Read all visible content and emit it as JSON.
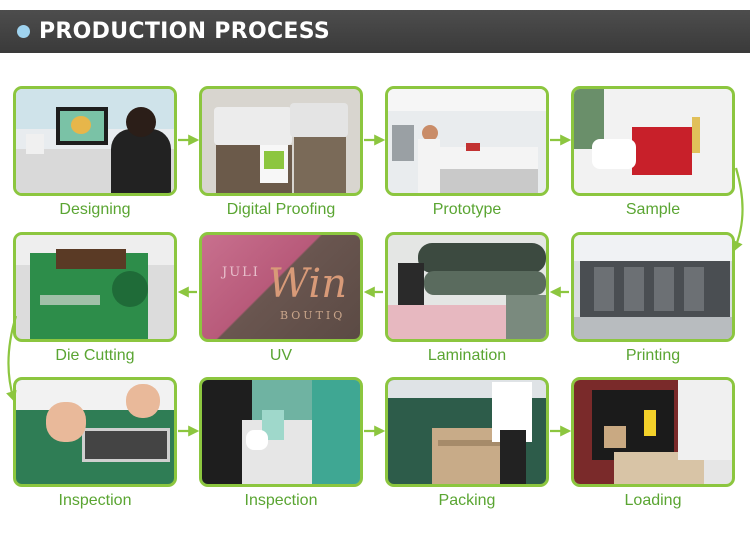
{
  "header": {
    "title": "PRODUCTION PROCESS"
  },
  "colors": {
    "accent_green": "#8cc63f",
    "label_green": "#5aa532",
    "header_bg": "#444444",
    "dot_blue": "#9fd3ef"
  },
  "steps": [
    {
      "label": "Designing"
    },
    {
      "label": "Digital Proofing"
    },
    {
      "label": "Prototype"
    },
    {
      "label": "Sample"
    },
    {
      "label": "Die Cutting"
    },
    {
      "label": "UV"
    },
    {
      "label": "Lamination"
    },
    {
      "label": "Printing"
    },
    {
      "label": "Inspection"
    },
    {
      "label": "Inspection"
    },
    {
      "label": "Packing"
    },
    {
      "label": "Loading"
    }
  ],
  "uv_print": {
    "line1": "JULI",
    "script": "Win",
    "line2": "BOUTIQ"
  }
}
